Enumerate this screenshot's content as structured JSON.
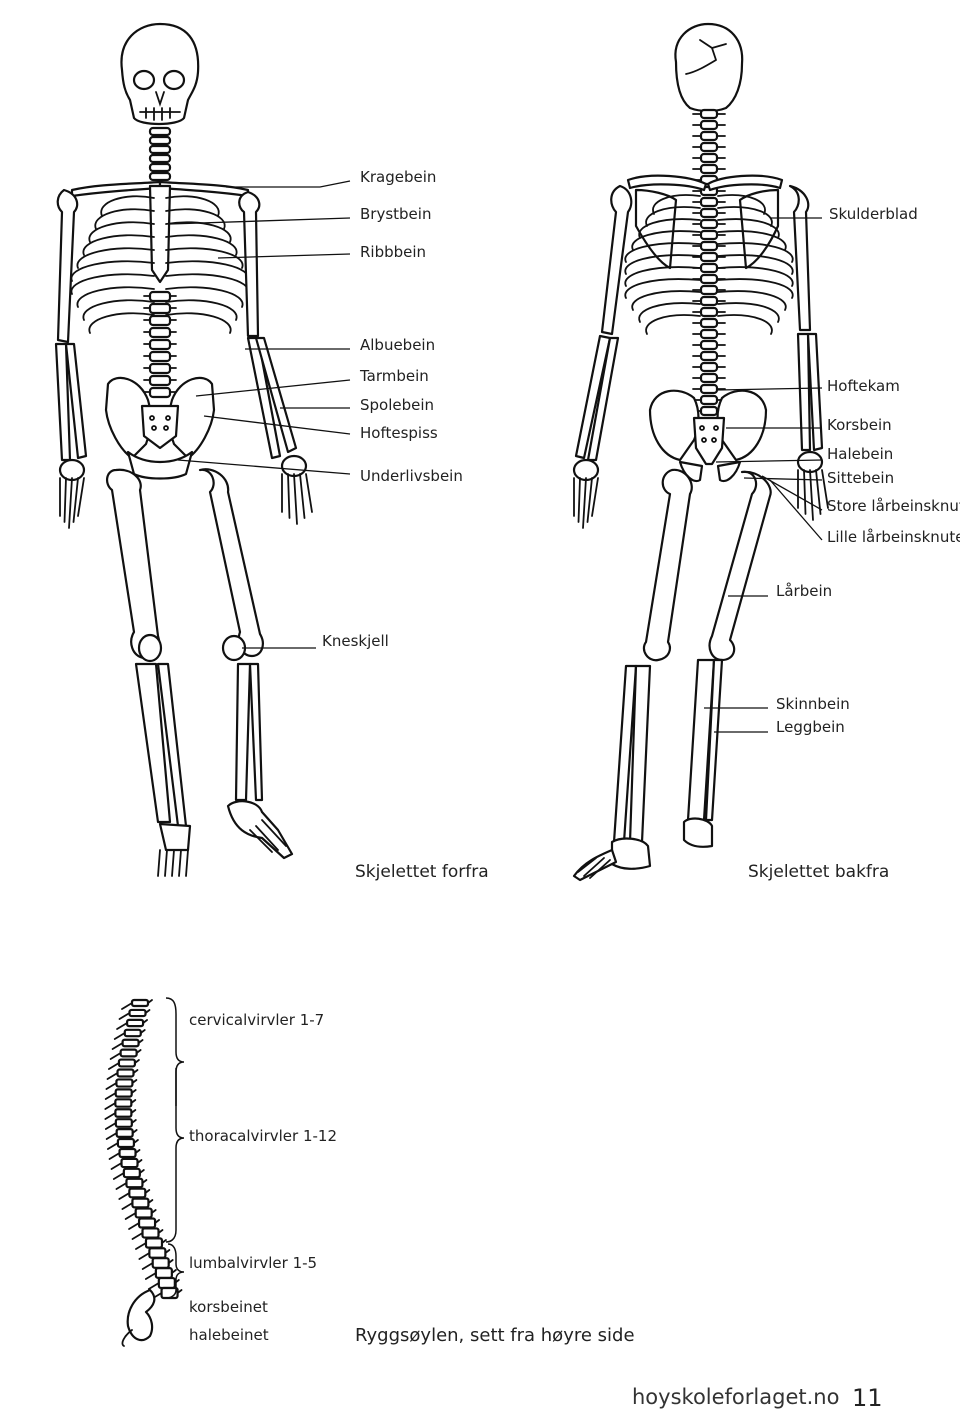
{
  "front": {
    "caption": "Skjelettet forfra",
    "labels": {
      "kragebein": "Kragebein",
      "brystbein": "Brystbein",
      "ribbbein": "Ribbbein",
      "albuebein": "Albuebein",
      "tarmbein": "Tarmbein",
      "spolebein": "Spolebein",
      "hoftespiss": "Hoftespiss",
      "underlivsbein": "Underlivsbein",
      "kneskjell": "Kneskjell"
    }
  },
  "back": {
    "caption": "Skjelettet bakfra",
    "labels": {
      "skulderblad": "Skulderblad",
      "hoftekam": "Hoftekam",
      "korsbein": "Korsbein",
      "halebein": "Halebein",
      "sittebein": "Sittebein",
      "store_lar": "Store lårbeinsknute",
      "lille_lar": "Lille lårbeinsknute",
      "larbein": "Lårbein",
      "skinnbein": "Skinnbein",
      "leggbein": "Leggbein"
    }
  },
  "spine": {
    "caption": "Ryggsøylen, sett fra høyre side",
    "labels": {
      "cervical": "cervicalvirvler 1-7",
      "thoracal": "thoracalvirvler 1-12",
      "lumbal": "lumbalvirvler 1-5",
      "korsbeinet": "korsbeinet",
      "halebeinet": "halebeinet"
    }
  },
  "footer": {
    "site": "hoyskoleforlaget.no",
    "page_number": "11"
  }
}
